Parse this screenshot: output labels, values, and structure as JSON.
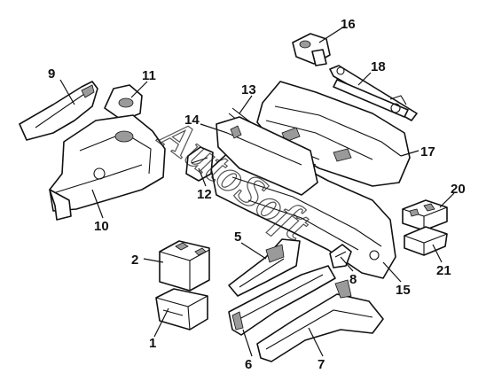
{
  "diagram": {
    "watermark": "AutoSoft",
    "callouts": [
      "1",
      "2",
      "5",
      "6",
      "7",
      "8",
      "9",
      "10",
      "11",
      "12",
      "13",
      "14",
      "15",
      "16",
      "17",
      "18",
      "20",
      "21"
    ]
  }
}
